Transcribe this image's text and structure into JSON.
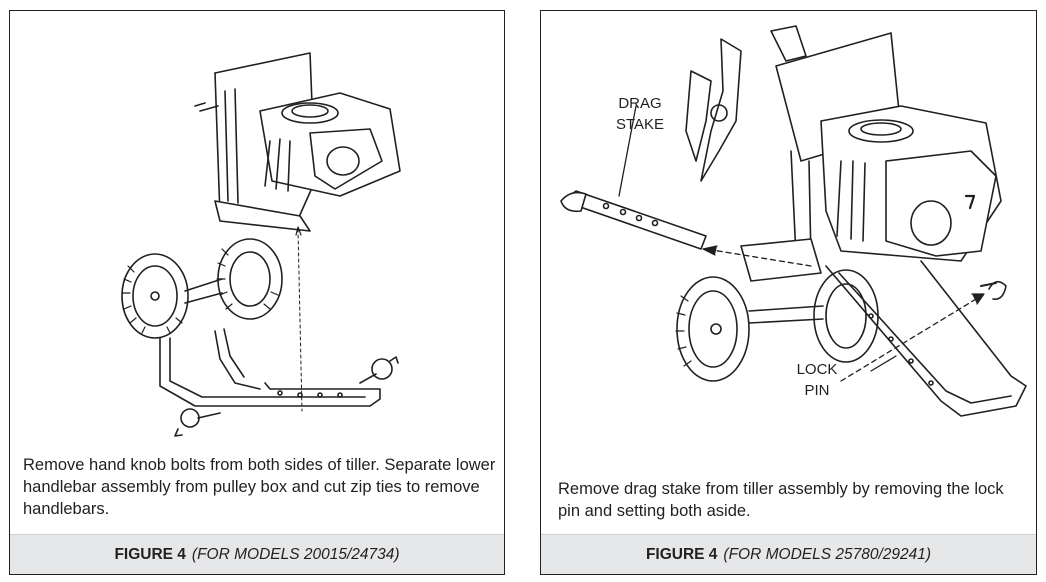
{
  "left_panel": {
    "caption": "Remove hand knob bolts from both sides of tiller. Separate lower handlebar assembly from pulley box and cut zip ties to remove handlebars.",
    "figure_label": "FIGURE 4",
    "figure_models": "(FOR MODELS 20015/24734)"
  },
  "right_panel": {
    "callout_drag_stake": "DRAG STAKE",
    "callout_lock_pin": "LOCK PIN",
    "caption": "Remove drag stake from tiller assembly by removing the lock pin and setting both aside.",
    "figure_label": "FIGURE 4",
    "figure_models": "(FOR MODELS 25780/29241)"
  }
}
